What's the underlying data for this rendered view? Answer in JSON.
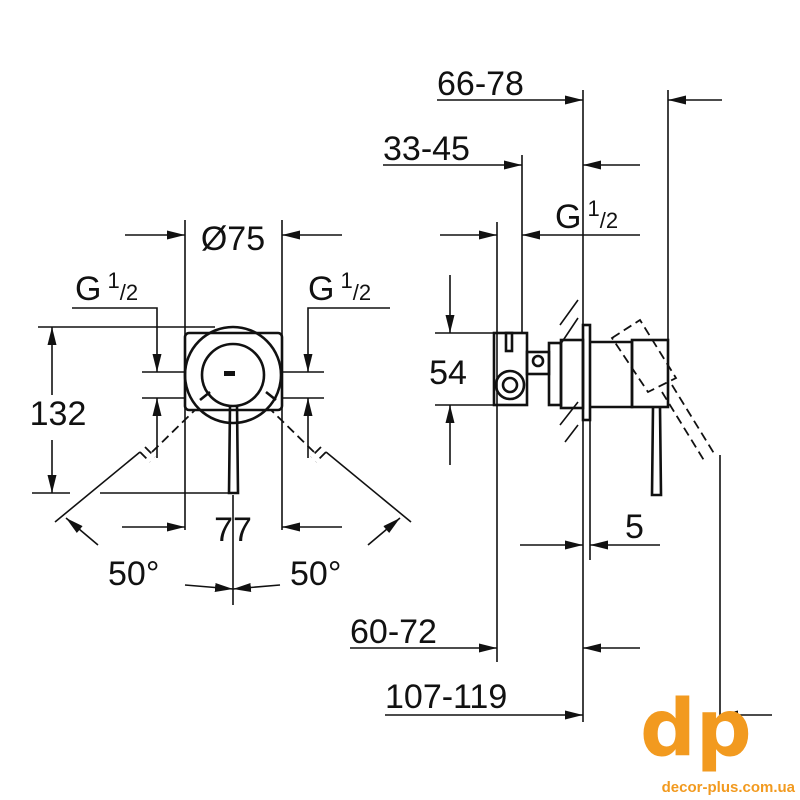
{
  "front_view": {
    "diameter": "Ø75",
    "thread_left": {
      "g": "G",
      "num": "1",
      "den": "/2"
    },
    "thread_right": {
      "g": "G",
      "num": "1",
      "den": "/2"
    },
    "height": "132",
    "spacing": "77",
    "angle_left": "50°",
    "angle_right": "50°"
  },
  "side_view": {
    "depth_total": "66-78",
    "depth_body": "33-45",
    "thread": {
      "g": "G",
      "num": "1",
      "den": "/2"
    },
    "body_height": "54",
    "plate": "5",
    "install_min": "60-72",
    "overall": "107-119"
  },
  "branding": {
    "logo": "dp",
    "url": "decor-plus.com.ua",
    "color": "#f29a1f"
  }
}
